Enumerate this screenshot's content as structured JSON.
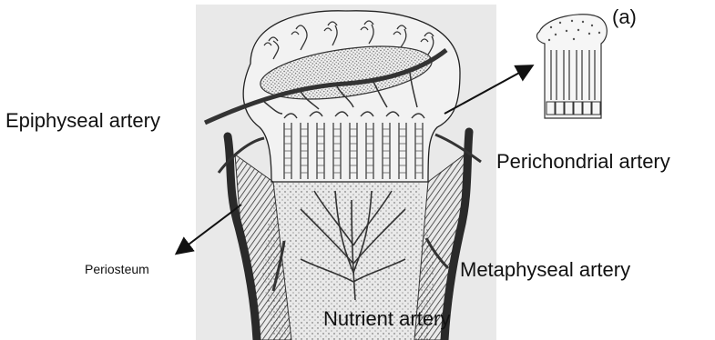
{
  "figure": {
    "panel_tag": "(a)",
    "labels": {
      "epiphyseal_artery": "Epiphyseal artery",
      "perichondrial_artery": "Perichondrial artery",
      "periosteum": "Periosteum",
      "metaphyseal_artery": "Metaphyseal artery",
      "nutrient_artery": "Nutrient artery"
    }
  }
}
